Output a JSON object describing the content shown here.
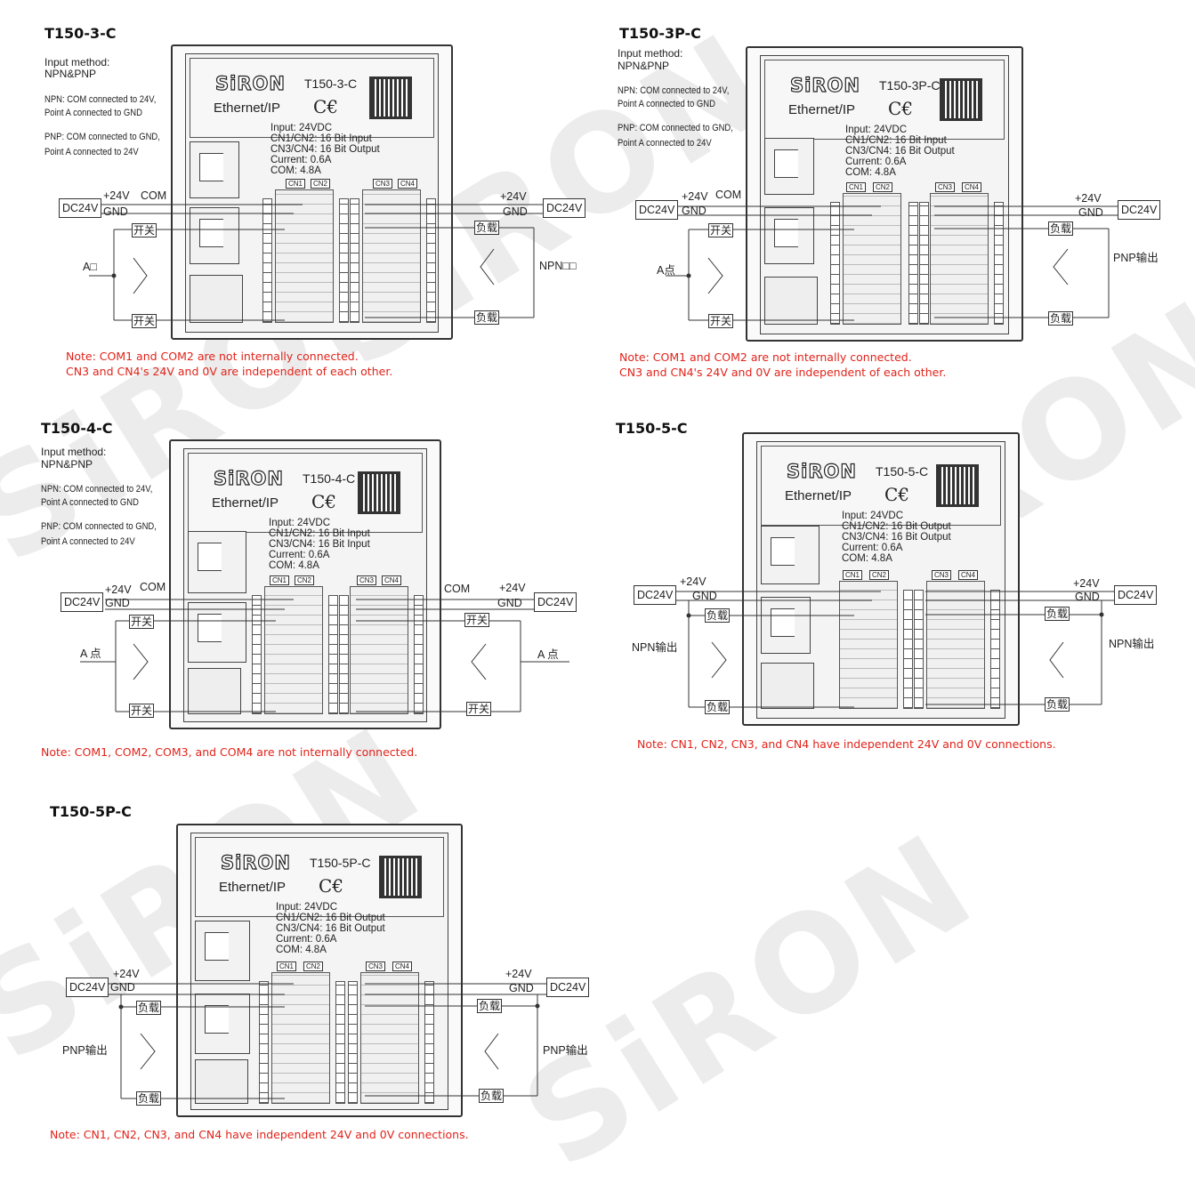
{
  "watermark": "SiRON",
  "brand": "SiRON",
  "common": {
    "ethernet": "Ethernet/IP",
    "ce": "C€",
    "input_spec": "Input: 24VDC",
    "current": "Current: 0.6A",
    "com_current": "COM: 4.8A",
    "dc24v": "DC24V",
    "plus24v": "+24V",
    "gnd": "GND",
    "com": "COM",
    "switch": "开关",
    "load": "负载",
    "cn1": "CN1",
    "cn2": "CN2",
    "cn3": "CN3",
    "cn4": "CN4",
    "input_method_label": "Input method:",
    "input_method_value": "NPN&PNP",
    "npn_desc_1": "NPN: COM connected to 24V,",
    "npn_desc_2": "Point A connected to GND",
    "pnp_desc_1": "PNP: COM connected to GND,",
    "pnp_desc_2": "Point A connected to 24V"
  },
  "panels": [
    {
      "id": "t150-3-c",
      "title": "T150-3-C",
      "model": "T150-3-C",
      "cn12": "CN1/CN2: 16 Bit Input",
      "cn34": "CN3/CN4: 16 Bit Output",
      "point_a": "A□",
      "right_label": "NPN□□",
      "note_1": "Note: COM1 and COM2 are not internally connected.",
      "note_2": "CN3 and CN4's 24V and 0V are independent of each other."
    },
    {
      "id": "t150-3p-c",
      "title": "T150-3P-C",
      "model": "T150-3P-C",
      "cn12": "CN1/CN2: 16 Bit Input",
      "cn34": "CN3/CN4: 16 Bit Output",
      "point_a": "A点",
      "right_label": "PNP输出",
      "note_1": "Note: COM1 and COM2 are not internally connected.",
      "note_2": "CN3 and CN4's 24V and 0V are independent of each other."
    },
    {
      "id": "t150-4-c",
      "title": "T150-4-C",
      "model": "T150-4-C",
      "cn12": "CN1/CN2: 16 Bit Input",
      "cn34": "CN3/CN4: 16 Bit Input",
      "point_a": "A 点",
      "right_label": "A 点",
      "note_1": "Note: COM1, COM2, COM3, and COM4 are not internally connected."
    },
    {
      "id": "t150-5-c",
      "title": "T150-5-C",
      "model": "T150-5-C",
      "cn12": "CN1/CN2: 16 Bit Output",
      "cn34": "CN3/CN4: 16 Bit Output",
      "left_label": "NPN输出",
      "right_label": "NPN输出",
      "note_1": "Note: CN1, CN2, CN3, and CN4 have independent 24V and 0V connections."
    },
    {
      "id": "t150-5p-c",
      "title": "T150-5P-C",
      "model": "T150-5P-C",
      "cn12": "CN1/CN2: 16 Bit Output",
      "cn34": "CN3/CN4: 16 Bit Output",
      "left_label": "PNP输出",
      "right_label": "PNP输出",
      "note_1": "Note: CN1, CN2, CN3, and CN4 have independent 24V and 0V connections."
    }
  ],
  "colors": {
    "note": "#e0231a",
    "line": "#333333"
  }
}
